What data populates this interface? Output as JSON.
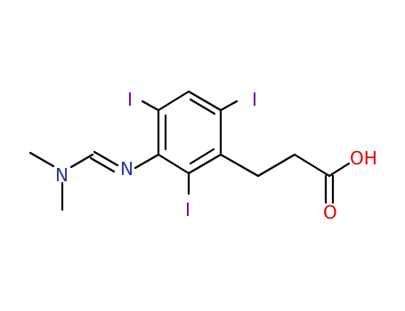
{
  "molecule": {
    "atoms": {
      "iodine_top_left": {
        "symbol": "I",
        "color": "#6b0f9b"
      },
      "iodine_top_right": {
        "symbol": "I",
        "color": "#6b0f9b"
      },
      "iodine_bottom": {
        "symbol": "I",
        "color": "#6b0f9b"
      },
      "nitrogen_imine": {
        "symbol": "N",
        "color": "#2a36a8"
      },
      "nitrogen_amine": {
        "symbol": "N",
        "color": "#2a36a8"
      },
      "hydroxyl": {
        "symbol": "OH",
        "color": "#e00000"
      },
      "carbonyl_oxygen": {
        "symbol": "O",
        "color": "#e00000"
      }
    },
    "bond_color": "#000000"
  }
}
